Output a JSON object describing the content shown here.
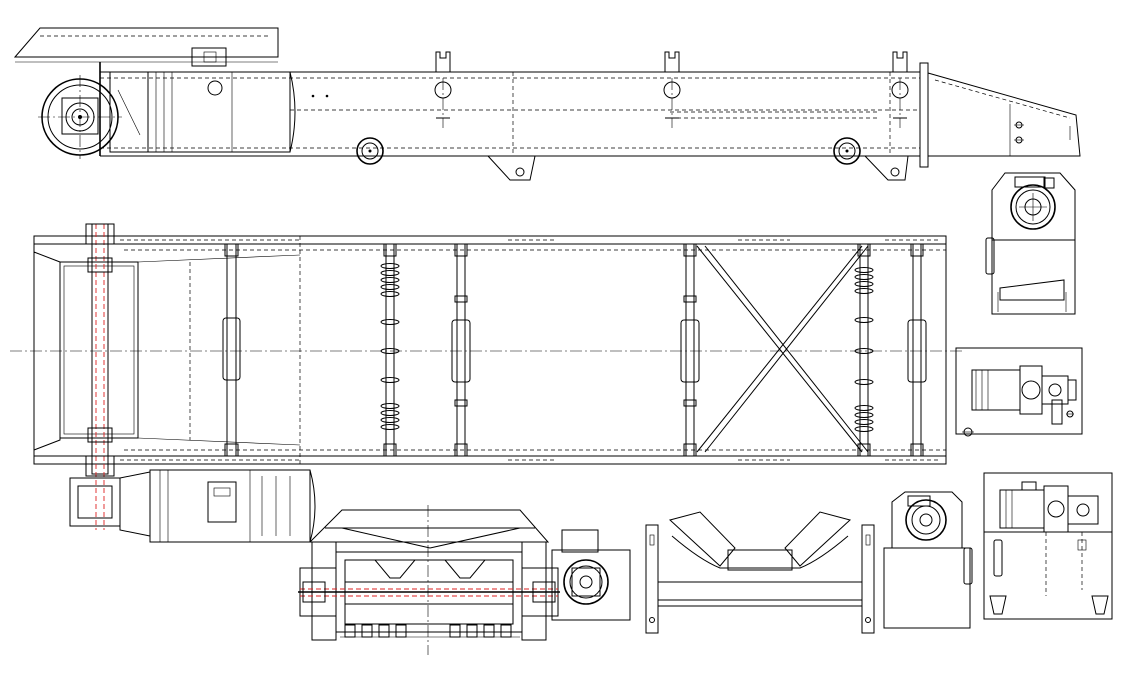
{
  "drawing": {
    "type": "engineering drawing",
    "subject": "belt conveyor",
    "line_color": "#000000",
    "accent_color": "#dd2222",
    "background": "#ffffff",
    "views": [
      "side-elevation",
      "top-plan",
      "drive-end-view",
      "motor-plan-detail",
      "head-pulley-section",
      "troughing-idler",
      "motor-end-view",
      "drive-unit-front"
    ]
  }
}
